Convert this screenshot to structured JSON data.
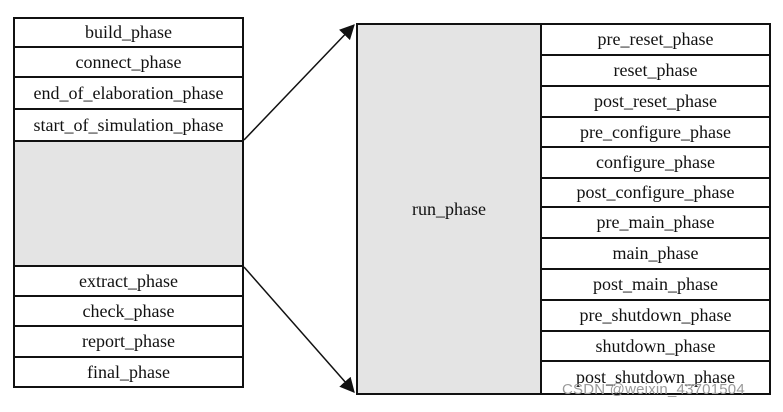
{
  "left_column": {
    "top_phases": [
      "build_phase",
      "connect_phase",
      "end_of_elaboration_phase",
      "start_of_simulation_phase"
    ],
    "bottom_phases": [
      "extract_phase",
      "check_phase",
      "report_phase",
      "final_phase"
    ]
  },
  "run_phase": {
    "label": "run_phase",
    "sub_phases": [
      "pre_reset_phase",
      "reset_phase",
      "post_reset_phase",
      "pre_configure_phase",
      "configure_phase",
      "post_configure_phase",
      "pre_main_phase",
      "main_phase",
      "post_main_phase",
      "pre_shutdown_phase",
      "shutdown_phase",
      "post_shutdown_phase"
    ]
  },
  "colors": {
    "run_box_fill": "#e4e4e4",
    "stroke": "#111111"
  },
  "watermark": "CSDN @weixin_43701504"
}
